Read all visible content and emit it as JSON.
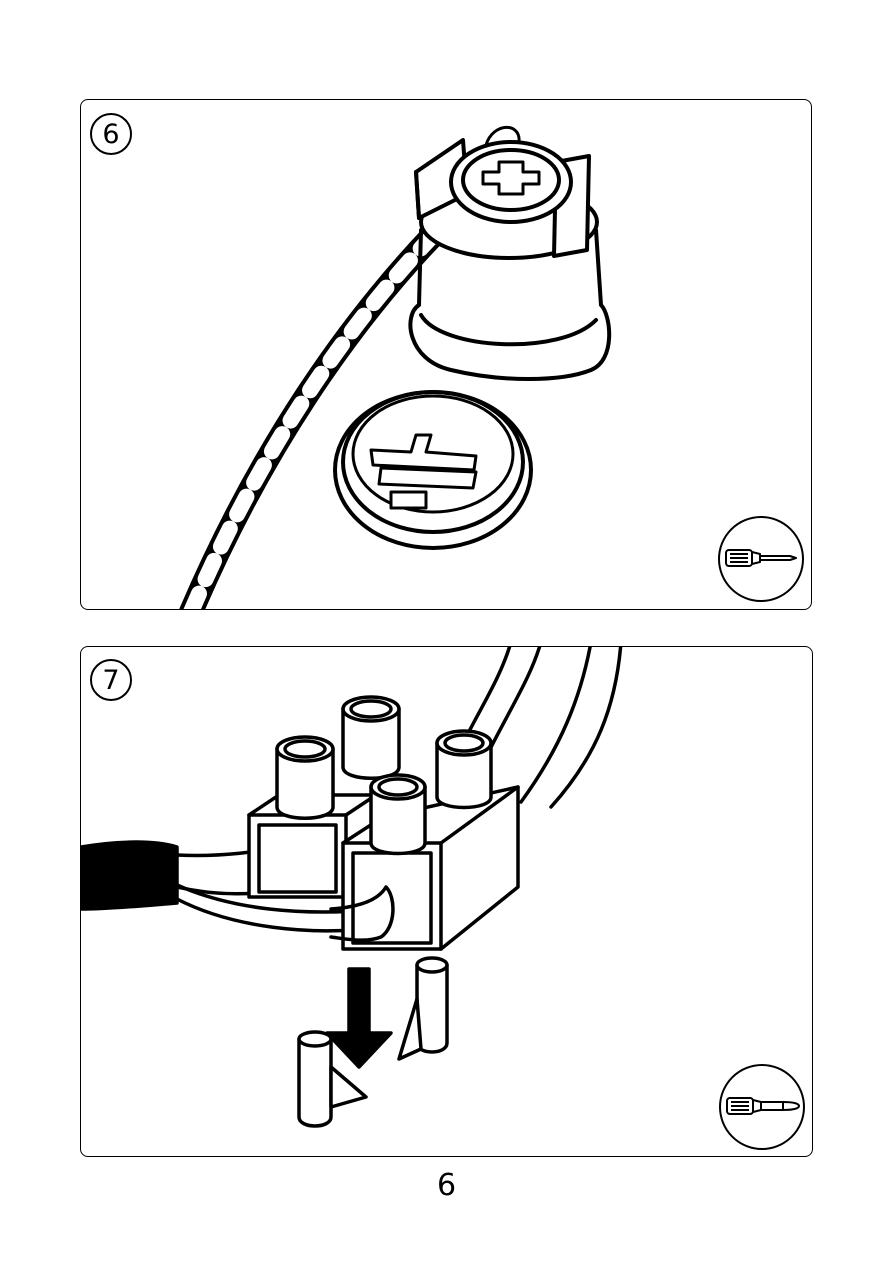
{
  "steps": [
    {
      "number": "6",
      "tool_icon": "screwdriver-icon"
    },
    {
      "number": "7",
      "tool_icon": "screwdriver-icon"
    }
  ],
  "page_number": "6",
  "colors": {
    "ink": "#000000",
    "paper": "#ffffff"
  }
}
